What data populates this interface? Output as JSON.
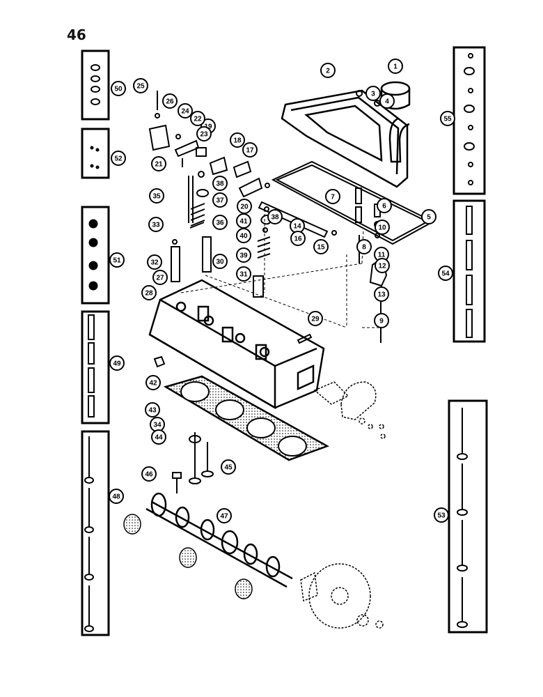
{
  "page_number": "46",
  "callouts": [
    "1",
    "2",
    "3",
    "4",
    "5",
    "6",
    "7",
    "8",
    "9",
    "10",
    "11",
    "12",
    "13",
    "14",
    "15",
    "16",
    "17",
    "18",
    "19",
    "20",
    "21",
    "22",
    "23",
    "24",
    "25",
    "26",
    "27",
    "28",
    "29",
    "30",
    "31",
    "32",
    "33",
    "34",
    "35",
    "36",
    "37",
    "38",
    "38",
    "39",
    "40",
    "41",
    "42",
    "43",
    "44",
    "45",
    "46",
    "47",
    "48",
    "49",
    "50",
    "51",
    "52",
    "53",
    "54",
    "55"
  ],
  "colors": {
    "ink": "#000000",
    "paper": "#ffffff"
  }
}
